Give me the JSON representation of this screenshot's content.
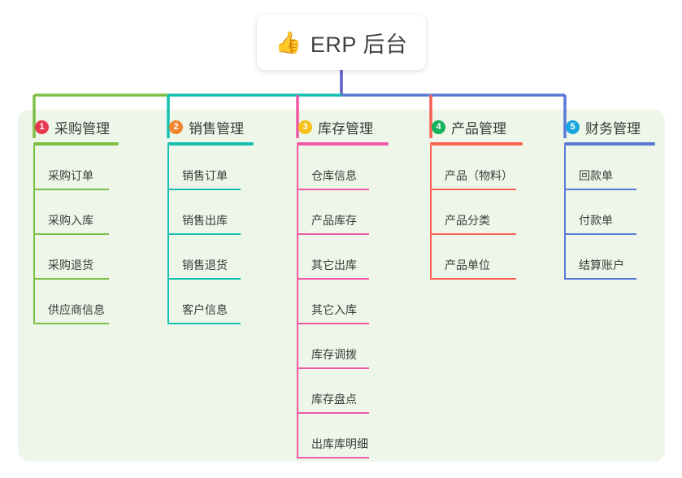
{
  "root": {
    "icon": "thumbs-up-icon",
    "icon_glyph": "👍",
    "title": "ERP 后台"
  },
  "panel": {
    "background_color": "#edf6e8"
  },
  "columns": [
    {
      "number": "1",
      "title": "采购管理",
      "badge_color": "#e8384f",
      "line_color": "#7cbf43",
      "items": [
        "采购订单",
        "采购入库",
        "采购退货",
        "供应商信息"
      ]
    },
    {
      "number": "2",
      "title": "销售管理",
      "badge_color": "#f2862f",
      "line_color": "#15bfb1",
      "items": [
        "销售订单",
        "销售出库",
        "销售退货",
        "客户信息"
      ]
    },
    {
      "number": "3",
      "title": "库存管理",
      "badge_color": "#f7c21b",
      "line_color": "#ef59a6",
      "items": [
        "仓库信息",
        "产品库存",
        "其它出库",
        "其它入库",
        "库存调拨",
        "库存盘点",
        "出库库明细"
      ]
    },
    {
      "number": "4",
      "title": "产品管理",
      "badge_color": "#16b35c",
      "line_color": "#fa6152",
      "items": [
        "产品（物料）",
        "产品分类",
        "产品单位"
      ]
    },
    {
      "number": "5",
      "title": "财务管理",
      "badge_color": "#19a5e0",
      "line_color": "#5a79d4",
      "items": [
        "回款单",
        "付款单",
        "结算账户"
      ]
    }
  ],
  "trunk": {
    "stem_color": "#5a5ec9",
    "segment_colors": [
      "#7cbf43",
      "#15bfb1",
      "#5a79d4",
      "#5a79d4"
    ]
  }
}
